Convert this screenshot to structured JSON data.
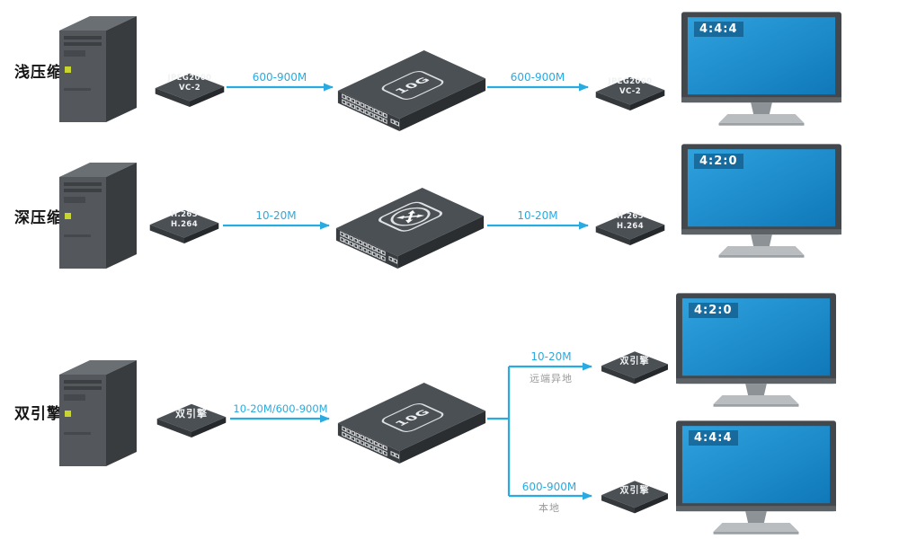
{
  "colors": {
    "accent": "#29abe2",
    "device_gray": "#4b5055",
    "screen_blue": "#1a8ed2",
    "muted_gray": "#9a9a9a"
  },
  "switch_badge": "10G",
  "rows": [
    {
      "label": "浅压缩",
      "encoder_line1": "JPEG2000",
      "encoder_line2": "VC-2",
      "uplink_rate": "600-900M",
      "downlink_rate": "600-900M",
      "decoder_line1": "JPEG2000",
      "decoder_line2": "VC-2",
      "monitor_badge": "4:4:4"
    },
    {
      "label": "深压缩",
      "encoder_line1": "H.265",
      "encoder_line2": "H.264",
      "uplink_rate": "10-20M",
      "downlink_rate": "10-20M",
      "decoder_line1": "H.265",
      "decoder_line2": "H.264",
      "monitor_badge": "4:2:0"
    },
    {
      "label": "双引擎",
      "encoder_line1": "双引擎",
      "uplink_rate": "10-20M/600-900M",
      "branches": [
        {
          "rate": "10-20M",
          "location": "远端异地",
          "decoder": "双引擎",
          "monitor_badge": "4:2:0"
        },
        {
          "rate": "600-900M",
          "location": "本地",
          "decoder": "双引擎",
          "monitor_badge": "4:4:4"
        }
      ]
    }
  ]
}
